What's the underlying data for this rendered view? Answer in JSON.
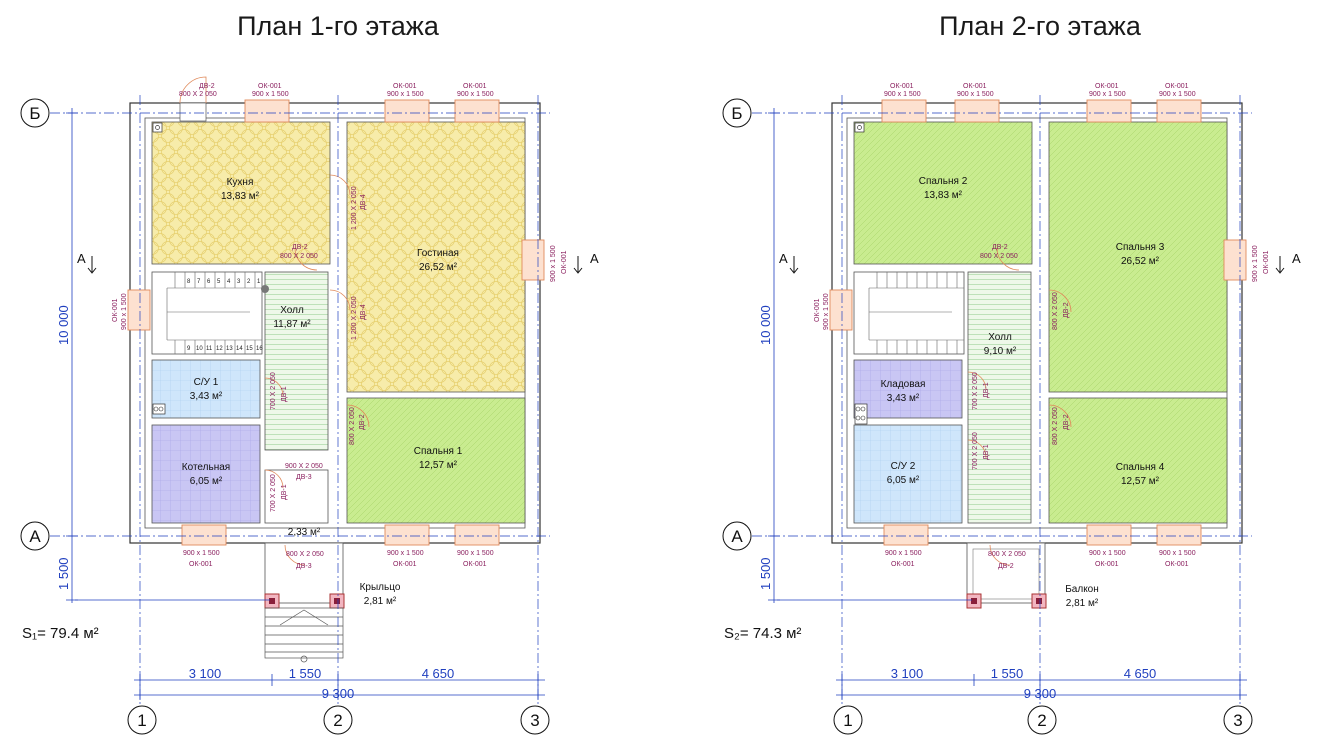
{
  "plans": [
    {
      "title": "План 1-го этажа",
      "total_area": "S₁= 79.4 м²",
      "rooms": [
        {
          "name": "Кухня",
          "area": "13,83 м²"
        },
        {
          "name": "Гостиная",
          "area": "26,52 м²"
        },
        {
          "name": "Холл",
          "area": "11,87 м²"
        },
        {
          "name": "С/У 1",
          "area": "3,43 м²"
        },
        {
          "name": "Котельная",
          "area": "6,05 м²"
        },
        {
          "name": "Спальня 1",
          "area": "12,57 м²"
        },
        {
          "name": "",
          "area": "2,33 м²"
        },
        {
          "name": "Крыльцо",
          "area": "2,81 м²"
        }
      ],
      "doors": [
        {
          "tag": "ДВ-2",
          "size": "800 Х 2 050"
        },
        {
          "tag": "ДВ-4",
          "size": "1 200 Х 2 050"
        },
        {
          "tag": "ДВ-2",
          "size": "800 Х 2 050"
        },
        {
          "tag": "ДВ-4",
          "size": "1 200 Х 2 050"
        },
        {
          "tag": "ДВ-1",
          "size": "700 Х 2 050"
        },
        {
          "tag": "ДВ-2",
          "size": "800 Х 2 050"
        },
        {
          "tag": "ДВ-3",
          "size": "900 Х 2 050"
        },
        {
          "tag": "ДВ-1",
          "size": "700 Х 2 050"
        },
        {
          "tag": "ДВ-3",
          "size": "800 Х 2 050"
        }
      ]
    },
    {
      "title": "План 2-го этажа",
      "total_area": "S₂= 74.3 м²",
      "rooms": [
        {
          "name": "Спальня 2",
          "area": "13,83 м²"
        },
        {
          "name": "Спальня 3",
          "area": "26,52 м²"
        },
        {
          "name": "Холл",
          "area": "9,10 м²"
        },
        {
          "name": "Кладовая",
          "area": "3,43 м²"
        },
        {
          "name": "С/У 2",
          "area": "6,05 м²"
        },
        {
          "name": "Спальня 4",
          "area": "12,57 м²"
        },
        {
          "name": "Балкон",
          "area": "2,81 м²"
        }
      ],
      "doors": [
        {
          "tag": "ДВ-2",
          "size": "800 Х 2 050"
        },
        {
          "tag": "ДВ-2",
          "size": "800 Х 2 050"
        },
        {
          "tag": "ДВ-2",
          "size": "800 Х 2 050"
        },
        {
          "tag": "ДВ-1",
          "size": "700 Х 2 050"
        },
        {
          "tag": "ДВ-1",
          "size": "700 Х 2 050"
        },
        {
          "tag": "ДВ-2",
          "size": "800 Х 2 050"
        }
      ]
    }
  ],
  "window_tag": "ОК-001",
  "window_size": "900 х 1 500",
  "axes": {
    "rows": [
      "Б",
      "А"
    ],
    "cols": [
      "1",
      "2",
      "3"
    ]
  },
  "section_mark": "А",
  "dims": {
    "height_total": "10 000",
    "height_porch": "1 500",
    "widths": [
      "3 100",
      "1 550",
      "4 650"
    ],
    "width_total": "9 300"
  },
  "colors": {
    "kitchen": "#f7ecaa",
    "living": "#f5f2a4",
    "green": "#c9ec90",
    "blue": "#cfe6fb",
    "violet": "#c9c6f4",
    "dim": "#1f3fbf",
    "tag": "#8a1f5e",
    "window": "#f6a37b",
    "column": "#f2b6c1"
  },
  "stair_steps": [
    "1",
    "2",
    "3",
    "4",
    "5",
    "6",
    "7",
    "8",
    "9",
    "10",
    "11",
    "12",
    "13",
    "14",
    "15",
    "16"
  ]
}
